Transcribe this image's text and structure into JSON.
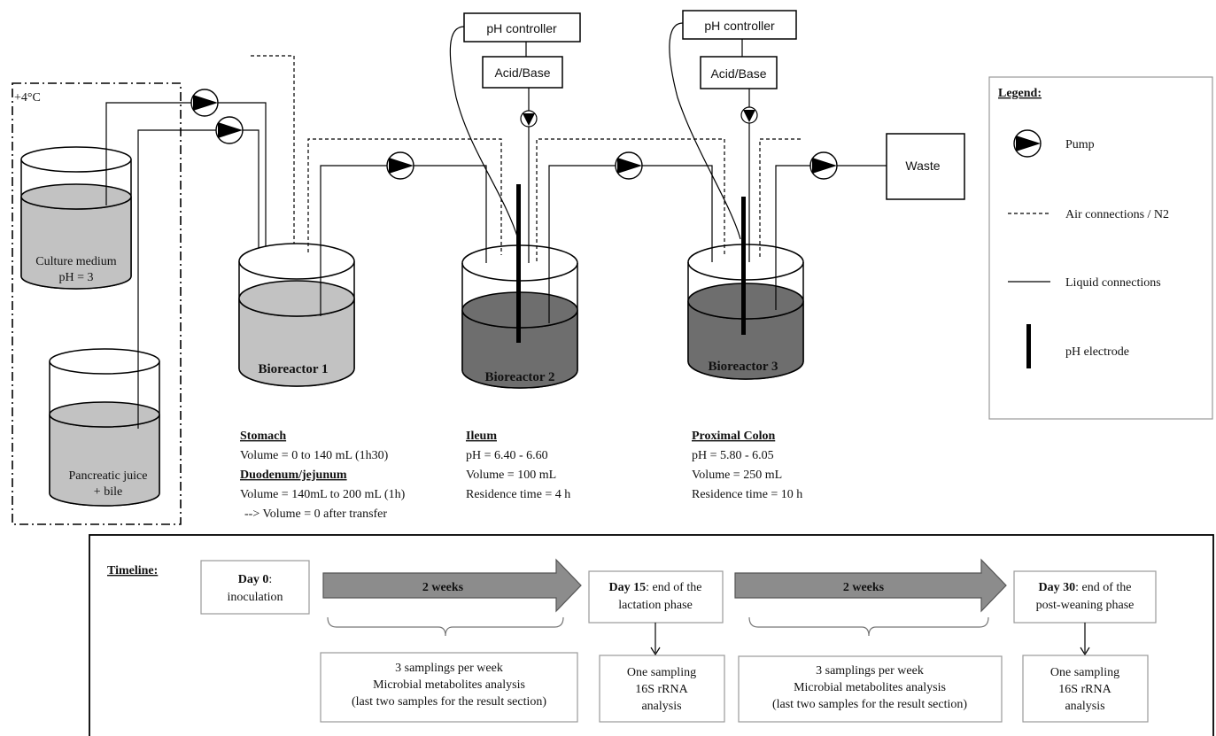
{
  "cold_box": {
    "temp_label": "+4°C"
  },
  "reservoirs": {
    "culture": {
      "line1": "Culture medium",
      "line2": "pH = 3"
    },
    "pancreatic": {
      "line1": "Pancreatic juice",
      "line2": "+ bile"
    }
  },
  "controllers": {
    "c1": {
      "ph_label": "pH controller",
      "acid_label": "Acid/Base"
    },
    "c2": {
      "ph_label": "pH controller",
      "acid_label": "Acid/Base"
    }
  },
  "bioreactors": [
    {
      "label": "Bioreactor 1"
    },
    {
      "label": "Bioreactor 2"
    },
    {
      "label": "Bioreactor 3"
    }
  ],
  "waste_label": "Waste",
  "legend": {
    "title": "Legend:",
    "items": [
      {
        "icon": "pump-icon",
        "label": "Pump"
      },
      {
        "icon": "dashed-line-icon",
        "label": "Air connections  / N2"
      },
      {
        "icon": "solid-line-icon",
        "label": "Liquid connections"
      },
      {
        "icon": "ph-electrode-icon",
        "label": "pH electrode"
      }
    ]
  },
  "descriptions": {
    "stomach": {
      "title": "Stomach",
      "line1": "Volume = 0 to 140 mL (1h30)",
      "title2": "Duodenum/jejunum",
      "line2": "Volume = 140mL to 200 mL (1h)",
      "line3": "--> Volume = 0 after transfer"
    },
    "ileum": {
      "title": "Ileum",
      "line1": "pH = 6.40 - 6.60",
      "line2": "Volume = 100 mL",
      "line3": "Residence time = 4 h"
    },
    "colon": {
      "title": "Proximal Colon",
      "line1": "pH = 5.80 - 6.05",
      "line2": "Volume = 250 mL",
      "line3": "Residence time = 10 h"
    }
  },
  "timeline": {
    "title": "Timeline:",
    "day0": {
      "bold": "Day 0",
      "rest": ":",
      "line2": "inoculation"
    },
    "arrow1": "2 weeks",
    "day15": {
      "bold": "Day 15",
      "rest": ": end of the",
      "line2": "lactation phase"
    },
    "arrow2": "2 weeks",
    "day30": {
      "bold": "Day 30",
      "rest": ": end of the",
      "line2": "post-weaning phase"
    },
    "sampling1": {
      "line1": "3 samplings  per week",
      "line2": "Microbial metabolites  analysis",
      "line3": "(last two samples for the result section)"
    },
    "sampling2": {
      "line1": "One sampling",
      "line2": "16S rRNA",
      "line3": "analysis"
    },
    "sampling3": {
      "line1": "3 samplings  per week",
      "line2": "Microbial metabolites  analysis",
      "line3": "(last two samples for the result  section)"
    },
    "sampling4": {
      "line1": "One sampling",
      "line2": "16S rRNA",
      "line3": "analysis"
    }
  },
  "colors": {
    "light_liquid": "#c2c2c2",
    "dark_liquid": "#6e6e6e",
    "arrow_fill": "#8c8c8c"
  }
}
